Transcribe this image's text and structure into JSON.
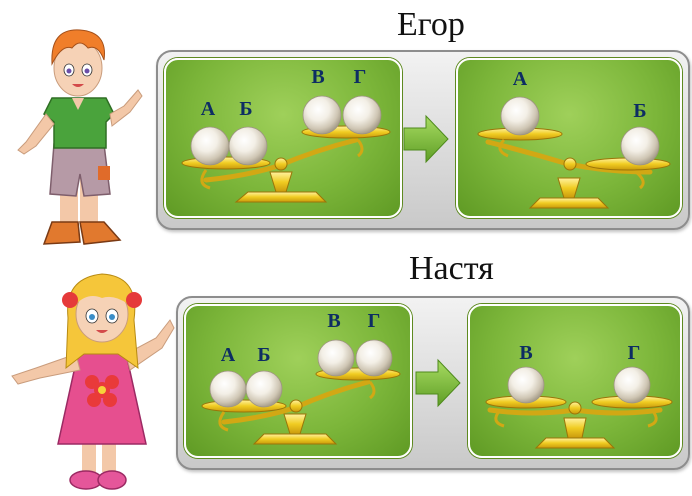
{
  "rows": [
    {
      "name": "Егор",
      "before": {
        "left_pan": [
          "А",
          "Б"
        ],
        "right_pan": [
          "В",
          "Г"
        ]
      },
      "after": {
        "left_pan": [
          "А"
        ],
        "right_pan": [
          "Б"
        ]
      }
    },
    {
      "name": "Настя",
      "before": {
        "left_pan": [
          "А",
          "Б"
        ],
        "right_pan": [
          "В",
          "Г"
        ]
      },
      "after": {
        "left_pan": [
          "В"
        ],
        "right_pan": [
          "Г"
        ]
      }
    }
  ],
  "icons": {
    "boy": "boy-character-icon",
    "girl": "girl-character-icon",
    "pearl": "pearl-icon",
    "scale": "balance-scale-icon",
    "arrow": "arrow-right-icon"
  },
  "colors": {
    "scene_green": "#7cb63a",
    "gold": "#e8c21a",
    "letter": "#0d2d63",
    "arrow": "#7dbb3a"
  }
}
